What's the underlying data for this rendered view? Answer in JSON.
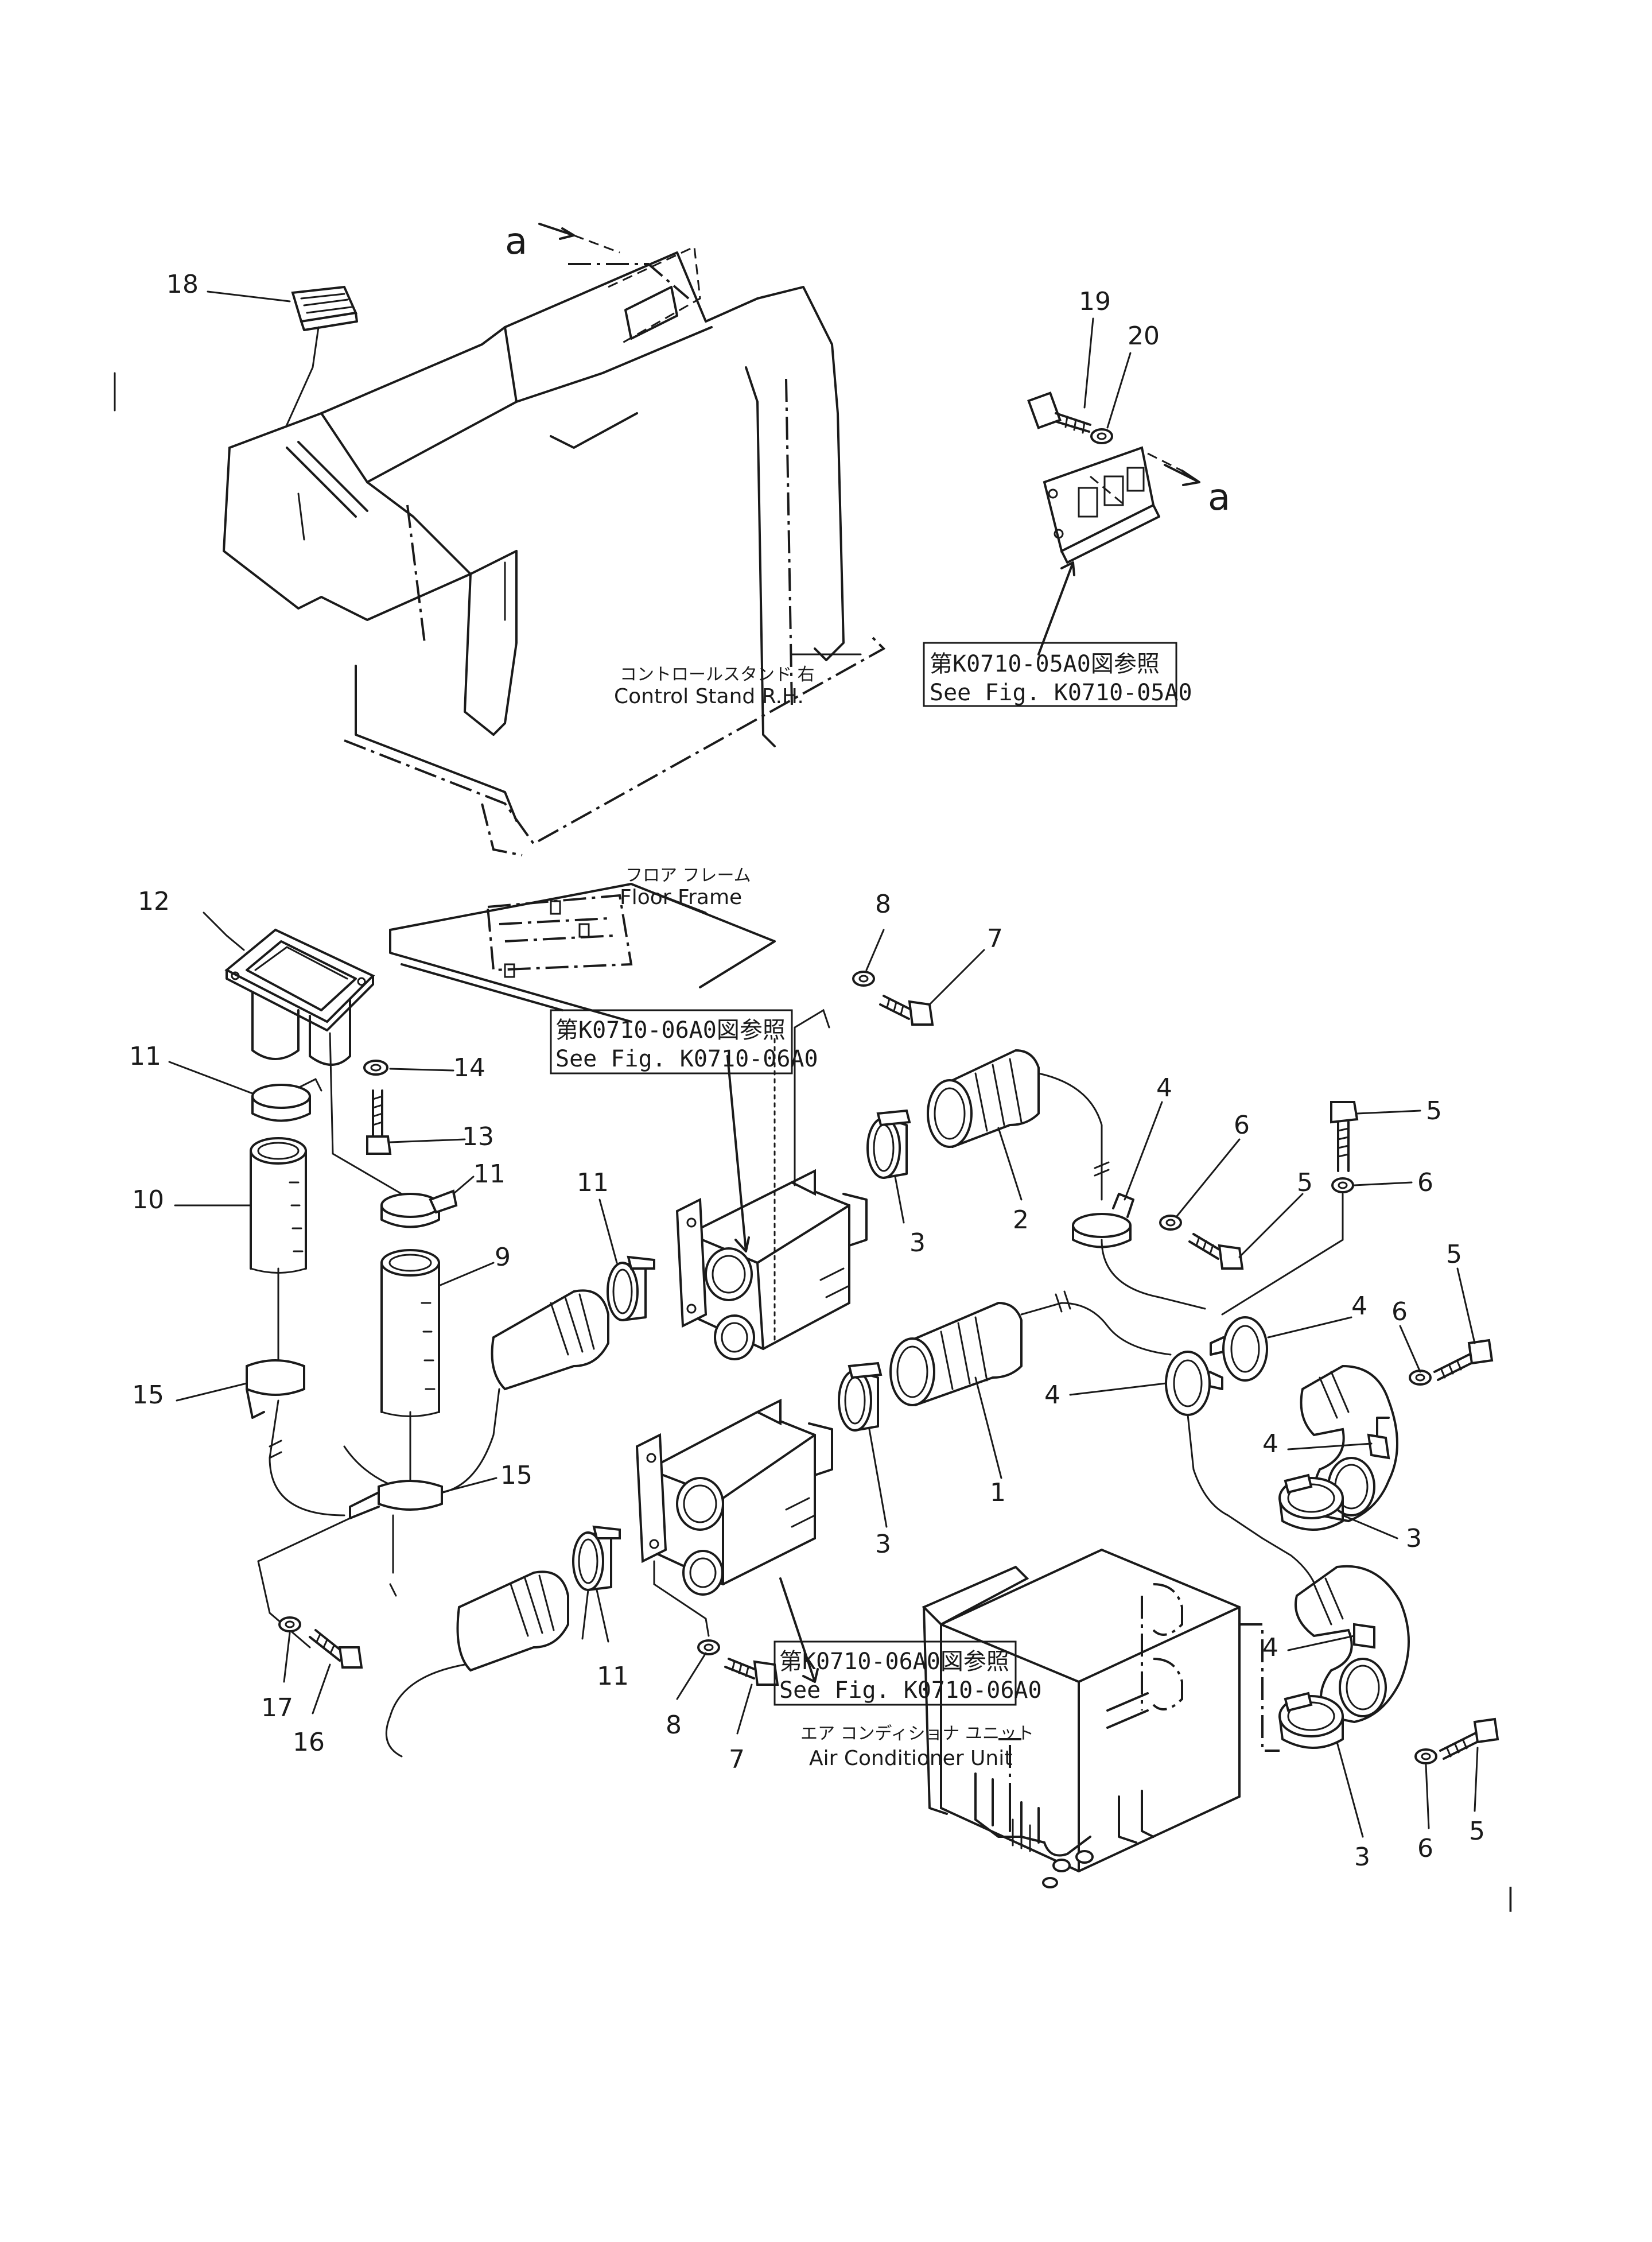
{
  "view_marks": [
    "a",
    "a"
  ],
  "callouts": {
    "c1": "1",
    "c2": "2",
    "c3a": "3",
    "c3b": "3",
    "c3c": "3",
    "c3d": "3",
    "c4a": "4",
    "c4b": "4",
    "c4c": "4",
    "c4d": "4",
    "c4e": "4",
    "c5a": "5",
    "c5b": "5",
    "c5c": "5",
    "c5d": "5",
    "c6a": "6",
    "c6b": "6",
    "c6c": "6",
    "c6d": "6",
    "c7a": "7",
    "c7b": "7",
    "c8a": "8",
    "c8b": "8",
    "c9": "9",
    "c10": "10",
    "c11a": "11",
    "c11b": "11",
    "c11c": "11",
    "c11d": "11",
    "c12": "12",
    "c13": "13",
    "c14": "14",
    "c15a": "15",
    "c15b": "15",
    "c16": "16",
    "c17": "17",
    "c18": "18",
    "c19": "19",
    "c20": "20"
  },
  "labels": {
    "control_stand_jp": "コントロールスタンド 右",
    "control_stand_en": "Control Stand R.H.",
    "floor_frame_jp": "フロア フレーム",
    "floor_frame_en": "Floor Frame",
    "air_cond_jp": "エア コンディショナ ユニット",
    "air_cond_en": "Air Conditioner Unit"
  },
  "references": {
    "ref1_jp": "第K0710-05A0図参照",
    "ref1_en": "See Fig. K0710-05A0",
    "ref2_jp": "第K0710-06A0図参照",
    "ref2_en": "See Fig. K0710-06A0",
    "ref3_jp": "第K0710-06A0図参照",
    "ref3_en": "See Fig. K0710-06A0"
  },
  "page_mark": "|"
}
